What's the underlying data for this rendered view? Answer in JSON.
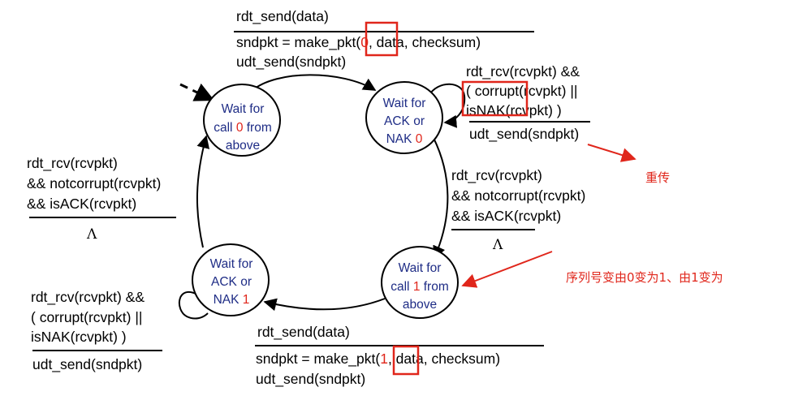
{
  "states": {
    "wait_call_0": {
      "line1": "Wait for",
      "line2a": "call ",
      "line2num": "0",
      "line2b": " from",
      "line3": "above"
    },
    "wait_ack_0": {
      "line1": "Wait for",
      "line2": "ACK or",
      "line3a": "NAK ",
      "line3num": "0"
    },
    "wait_call_1": {
      "line1": "Wait for",
      "line2a": "call ",
      "line2num": "1",
      "line2b": " from",
      "line3": "above"
    },
    "wait_ack_1": {
      "line1": "Wait for",
      "line2": "ACK or",
      "line3a": "NAK ",
      "line3num": "1"
    }
  },
  "transitions": {
    "top": {
      "event": "rdt_send(data)",
      "action1_pre": "sndpkt = make_p",
      "action1_mid": "kt(",
      "action1_num": "0",
      "action1_post": ", data, checksum)",
      "action2": "udt_send(sndpkt)"
    },
    "top_right_loop": {
      "event1": "rdt_rcv(rcvpkt) &&",
      "event2_pre": "( corrup",
      "event2_post": "t(rcvpkt) ||",
      "event3_pre": "isNAK(r",
      "event3_post": "cvpkt) )",
      "action": "udt_send(sndpkt)"
    },
    "right": {
      "event1": "rdt_rcv(rcvpkt)",
      "event2": "&& notcorrupt(rcvpkt)",
      "event3": "&& isACK(rcvpkt)",
      "action": "Λ"
    },
    "left": {
      "event1": "rdt_rcv(rcvpkt)",
      "event2": "&& notcorrupt(rcvpkt)",
      "event3": "&& isACK(rcvpkt)",
      "action": "Λ"
    },
    "bottom": {
      "event": "rdt_send(data)",
      "action1_pre": "sndpkt = make_pkt(",
      "action1_num": "1",
      "action1_post": ", data, checksum)",
      "action2": "udt_send(sndpkt)"
    },
    "bottom_left_loop": {
      "event1": "rdt_rcv(rcvpkt) &&",
      "event2": "( corrupt(rcvpkt) ||",
      "event3": "isNAK(rcvpkt) )",
      "action": "udt_send(sndpkt)"
    }
  },
  "annotations": {
    "retransmit": "重传",
    "sequence_note": "序列号变由0变为1、由1变为"
  },
  "colors": {
    "state_text": "#1f2d86",
    "highlight": "#e0261b",
    "line": "#000000"
  }
}
